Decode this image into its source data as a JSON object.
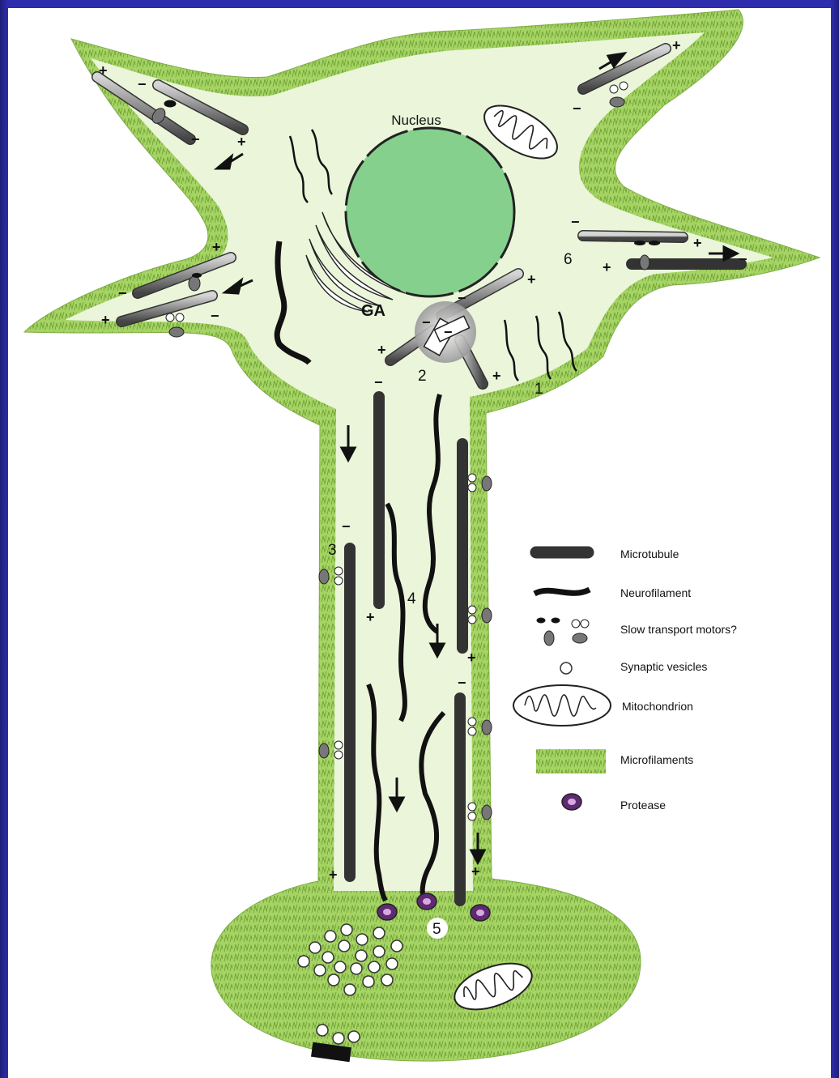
{
  "labels": {
    "nucleus": "Nucleus",
    "ga": "GA",
    "n1": "1",
    "n2": "2",
    "n3": "3",
    "n4": "4",
    "n5": "5",
    "n6": "6",
    "plus": "+",
    "minus": "−"
  },
  "legend": [
    {
      "icon": "microtubule-icon",
      "label": "Microtubule"
    },
    {
      "icon": "neurofilament-icon",
      "label": "Neurofilament"
    },
    {
      "icon": "motor-icon",
      "label": "Slow transport motors?"
    },
    {
      "icon": "vesicle-icon",
      "label": "Synaptic vesicles"
    },
    {
      "icon": "mitochondrion-icon",
      "label": "Mitochondrion"
    },
    {
      "icon": "microfilament-icon",
      "label": "Microfilaments"
    },
    {
      "icon": "protease-icon",
      "label": "Protease"
    }
  ],
  "colors": {
    "membrane": "#a6d464",
    "cytoplasm": "#eaf5da",
    "nucleus": "#86d08e",
    "microtubule": "#8a8a8a",
    "protease": "#5e2a72",
    "frame": "#2d2dae"
  }
}
